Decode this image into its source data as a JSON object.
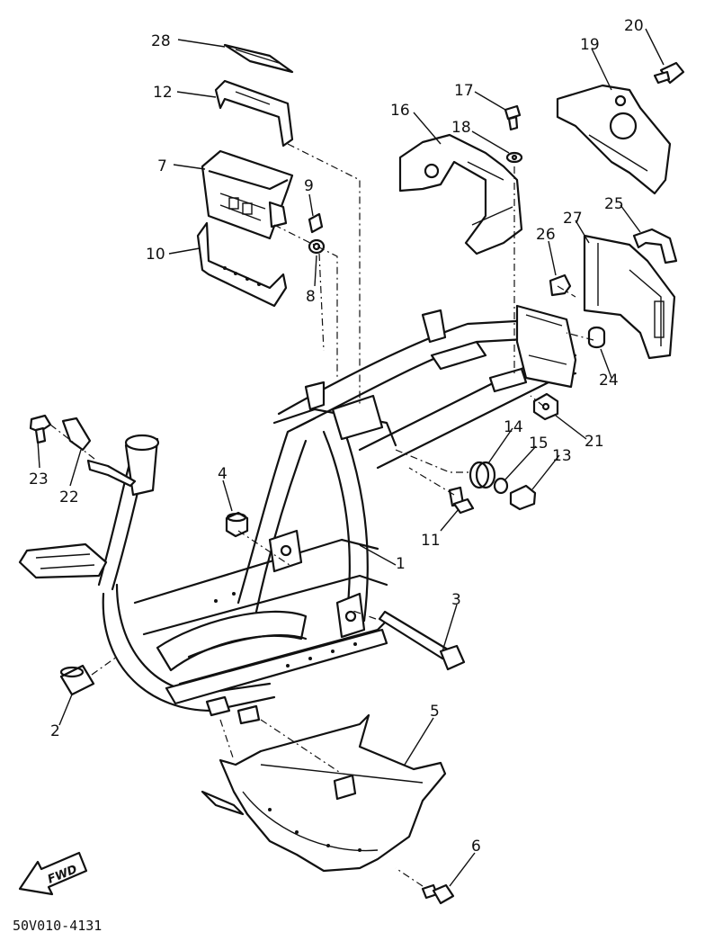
{
  "diagram": {
    "code": "50V010-4131",
    "fwd_label": "FWD",
    "parts": [
      {
        "num": "1"
      },
      {
        "num": "2"
      },
      {
        "num": "3"
      },
      {
        "num": "4"
      },
      {
        "num": "5"
      },
      {
        "num": "6"
      },
      {
        "num": "7"
      },
      {
        "num": "8"
      },
      {
        "num": "9"
      },
      {
        "num": "10"
      },
      {
        "num": "11"
      },
      {
        "num": "12"
      },
      {
        "num": "13"
      },
      {
        "num": "14"
      },
      {
        "num": "15"
      },
      {
        "num": "16"
      },
      {
        "num": "17"
      },
      {
        "num": "18"
      },
      {
        "num": "19"
      },
      {
        "num": "20"
      },
      {
        "num": "21"
      },
      {
        "num": "22"
      },
      {
        "num": "23"
      },
      {
        "num": "24"
      },
      {
        "num": "25"
      },
      {
        "num": "26"
      },
      {
        "num": "27"
      },
      {
        "num": "28"
      }
    ]
  }
}
